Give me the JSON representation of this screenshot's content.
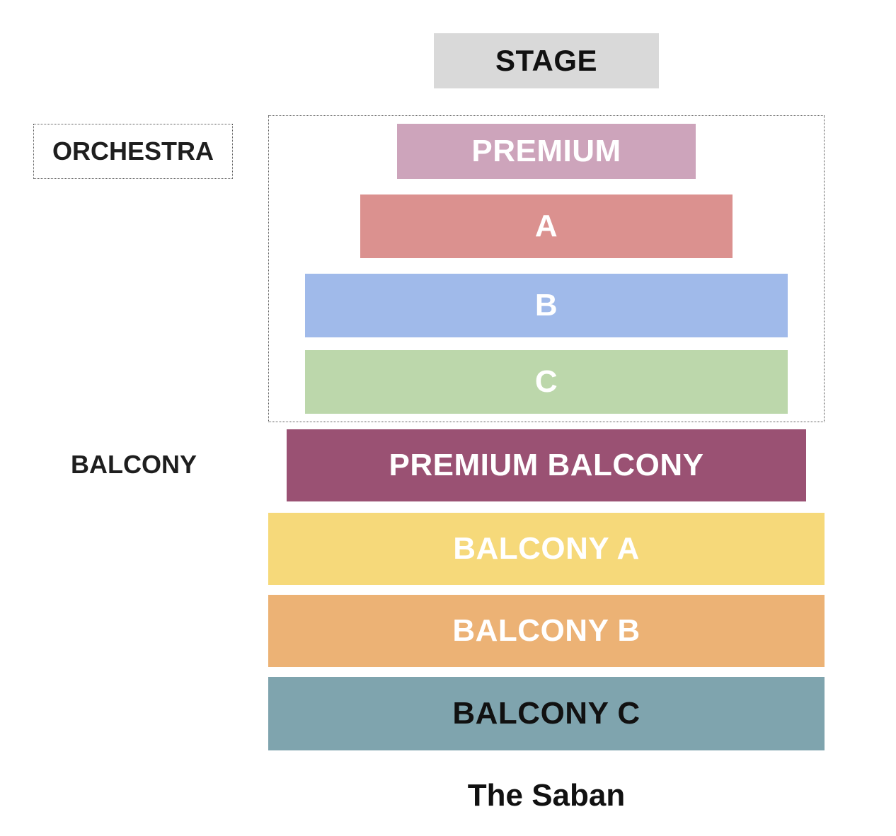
{
  "stage": "STAGE",
  "levels": {
    "orchestra": "ORCHESTRA",
    "balcony": "BALCONY"
  },
  "sections": {
    "premium": "PREMIUM",
    "a": "A",
    "b": "B",
    "c": "C",
    "premium_balcony": "PREMIUM BALCONY",
    "balcony_a": "BALCONY A",
    "balcony_b": "BALCONY B",
    "balcony_c": "BALCONY C"
  },
  "colors": {
    "premium": "#cda4bb",
    "a": "#db918f",
    "b": "#a0baea",
    "c": "#bcd7ab",
    "premium_balcony": "#9a5173",
    "balcony_a": "#f6d97a",
    "balcony_b": "#ecb275",
    "balcony_c": "#7fa4ae"
  },
  "venue": "The Saban"
}
